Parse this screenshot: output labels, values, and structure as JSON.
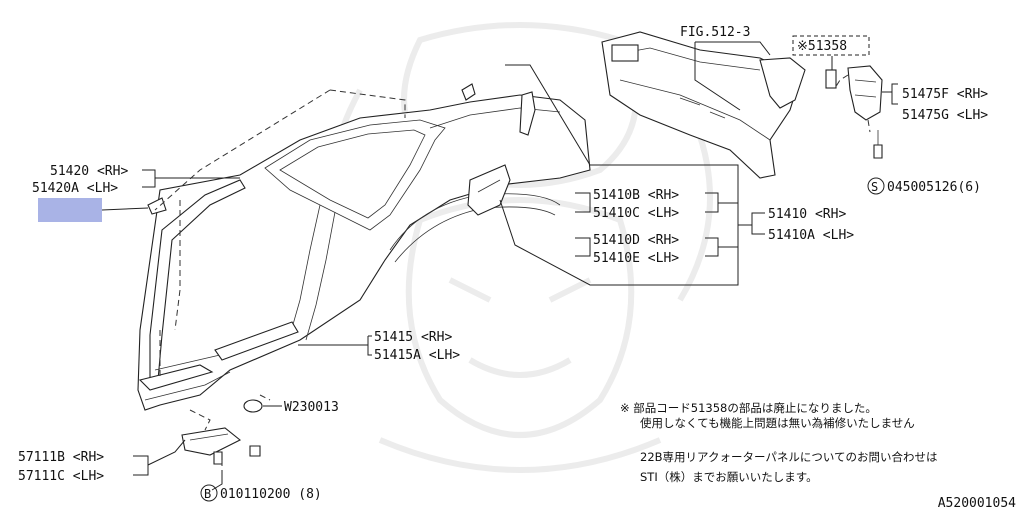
{
  "fig_ref": "FIG.512-3",
  "ref_box": "※51358",
  "parts": {
    "p51420_rh": "51420 <RH>",
    "p51420a_lh": "51420A <LH>",
    "p51410b_rh": "51410B <RH>",
    "p51410c_lh": "51410C <LH>",
    "p51410d_rh": "51410D <RH>",
    "p51410e_lh": "51410E <LH>",
    "p51410_rh": "51410 <RH>",
    "p51410a_lh": "51410A <LH>",
    "p51415_rh": "51415 <RH>",
    "p51415a_lh": "51415A <LH>",
    "p51475f_rh": "51475F <RH>",
    "p51475g_lh": "51475G <LH>",
    "w230013": "W230013",
    "p57111b_rh": "57111B <RH>",
    "p57111c_lh": "57111C <LH>"
  },
  "fasteners": {
    "s_code": "045005126(6)",
    "s_letter": "S",
    "b_code": "010110200 (8)",
    "b_letter": "B"
  },
  "notes": {
    "line1": "※ 部品コード51358の部品は廃止になりました。",
    "line2": "使用しなくても機能上問題は無い為補修いたしません",
    "line3": "22B専用リアクォーターパネルについてのお問い合わせは",
    "line4": "STI（株）までお願いいたします。"
  },
  "diagram_id": "A520001054",
  "colors": {
    "highlight": "#a9b3e6",
    "line": "#222222",
    "watermark": "#ececec"
  }
}
